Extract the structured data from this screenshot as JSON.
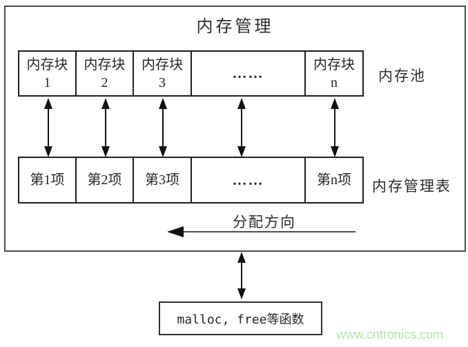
{
  "title": "内存管理",
  "pool": {
    "label": "内存池",
    "cells": [
      {
        "line1": "内存块",
        "line2": "1"
      },
      {
        "line1": "内存块",
        "line2": "2"
      },
      {
        "line1": "内存块",
        "line2": "3"
      },
      {
        "dots": "……"
      },
      {
        "line1": "内存块",
        "line2": "n"
      }
    ]
  },
  "table": {
    "label": "内存管理表",
    "cells": [
      {
        "text": "第1项"
      },
      {
        "text": "第2项"
      },
      {
        "text": "第3项"
      },
      {
        "dots": "……"
      },
      {
        "text": "第n项"
      }
    ]
  },
  "allocation": {
    "label": "分配方向"
  },
  "function_box": {
    "label": "malloc, free等函数"
  },
  "watermark": {
    "text": "www.cntronics.com",
    "color": "#b5e3ab"
  },
  "colors": {
    "outer_border": "#4a4a4a",
    "inner_border": "#1c1c1c",
    "arrow": "#111111",
    "text": "#262626",
    "background": "#ffffff"
  }
}
